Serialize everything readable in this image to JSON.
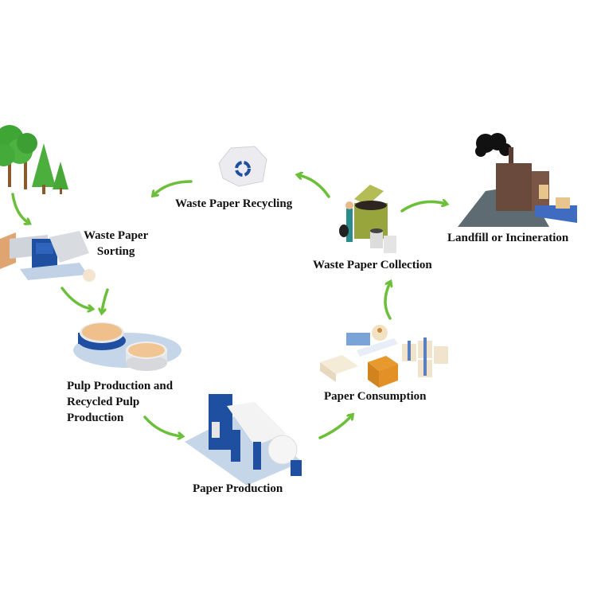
{
  "diagram": {
    "title": "Paper life cycle",
    "stages": [
      {
        "id": "forest",
        "label": "",
        "icon": "trees-icon"
      },
      {
        "id": "sorting",
        "label_lines": [
          "Waste Paper",
          "Sorting"
        ],
        "icon": "sorting-machine-icon"
      },
      {
        "id": "pulp",
        "label_lines": [
          "Pulp Production and",
          "Recycled Pulp",
          "Production"
        ],
        "icon": "pulp-vats-icon"
      },
      {
        "id": "production",
        "label": "Paper Production",
        "icon": "paper-machine-icon"
      },
      {
        "id": "consumption",
        "label": "Paper Consumption",
        "icon": "paper-products-icon"
      },
      {
        "id": "collection",
        "label": "Waste Paper Collection",
        "icon": "waste-bin-icon"
      },
      {
        "id": "recycling",
        "label": "Waste Paper Recycling",
        "icon": "recycle-paper-icon"
      },
      {
        "id": "landfill",
        "label": "Landfill or Incineration",
        "icon": "incinerator-landfill-icon"
      }
    ],
    "flows": [
      {
        "from": "forest",
        "to": "sorting"
      },
      {
        "from": "sorting",
        "to": "pulp"
      },
      {
        "from": "pulp",
        "to": "production"
      },
      {
        "from": "production",
        "to": "consumption"
      },
      {
        "from": "consumption",
        "to": "collection"
      },
      {
        "from": "collection",
        "to": "recycling"
      },
      {
        "from": "recycling",
        "to": "sorting"
      },
      {
        "from": "collection",
        "to": "landfill"
      }
    ],
    "colors": {
      "arrow": "#6cbf3a",
      "machine_blue": "#1f4fa0",
      "text": "#111111"
    }
  }
}
